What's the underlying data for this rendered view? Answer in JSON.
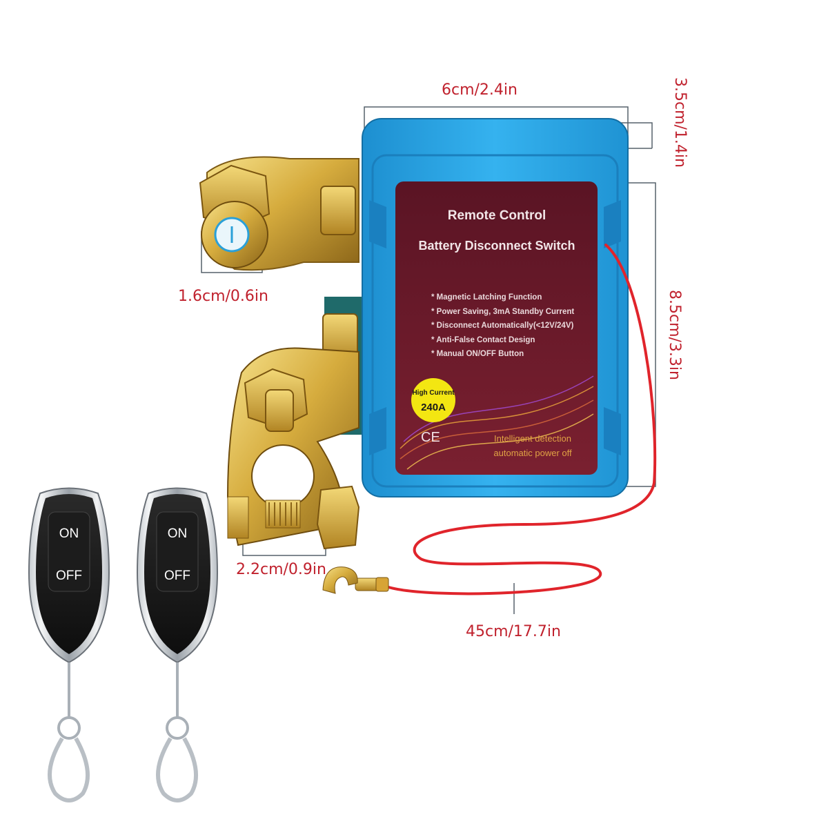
{
  "dimensions": {
    "width_top": "6cm/2.4in",
    "height_upper": "3.5cm/1.4in",
    "height_side": "8.5cm/3.3in",
    "terminal_small": "1.6cm/0.6in",
    "terminal_clamp": "2.2cm/0.9in",
    "cable_length": "45cm/17.7in"
  },
  "label_panel": {
    "title_line1": "Remote Control",
    "title_line2": "Battery Disconnect Switch",
    "features": [
      "* Magnetic Latching Function",
      "* Power Saving, 3mA Standby Current",
      "* Disconnect Automatically(<12V/24V)",
      "* Anti-False Contact Design",
      "* Manual ON/OFF Button"
    ],
    "badge_top": "High Current",
    "badge_value": "240A",
    "cert_mark": "CE",
    "tagline_line1": "Intelligent detection",
    "tagline_line2": "automatic power off"
  },
  "remotes": [
    {
      "on_label": "ON",
      "off_label": "OFF"
    },
    {
      "on_label": "ON",
      "off_label": "OFF"
    }
  ],
  "colors": {
    "housing": "#2ea7e6",
    "panel": "#6b1a2c",
    "brass": "#d9b24a",
    "wire": "#e0242b",
    "dimension_text": "#c0212d"
  }
}
